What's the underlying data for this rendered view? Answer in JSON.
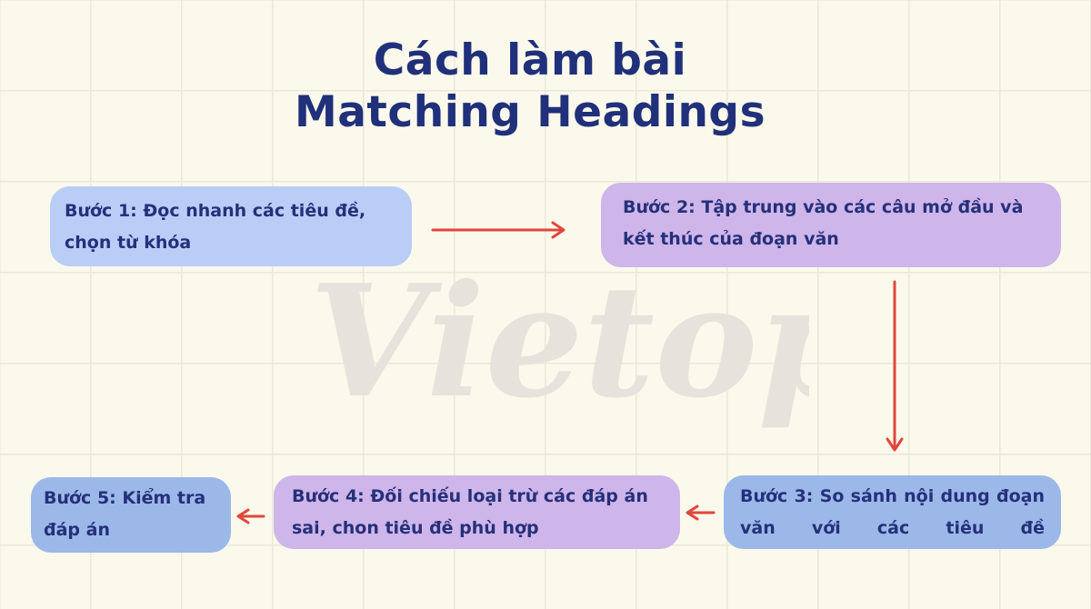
{
  "title": {
    "line1": "Cách làm bài",
    "line2": "Matching Headings"
  },
  "watermark": "Vietop",
  "steps": [
    {
      "text": "Bước 1: Đọc nhanh các tiêu đề, chọn từ khóa"
    },
    {
      "text": "Bước 2: Tập trung vào các câu mở đầu và kết thúc của đoạn văn"
    },
    {
      "text": "Bước 3: So sánh nội dung đoạn văn với các tiêu đề"
    },
    {
      "text": "Bước 4: Đối chiếu loại trừ các đáp án sai, chon tiêu đề phù hợp"
    },
    {
      "text": "Bước 5: Kiểm tra đáp án"
    }
  ],
  "colors": {
    "background": "#fbf9ec",
    "title": "#20307a",
    "arrow": "#e0473a",
    "box_blue_light": "#b9cdf7",
    "box_purple": "#ceb5ea",
    "box_blue": "#9cb8e9"
  }
}
